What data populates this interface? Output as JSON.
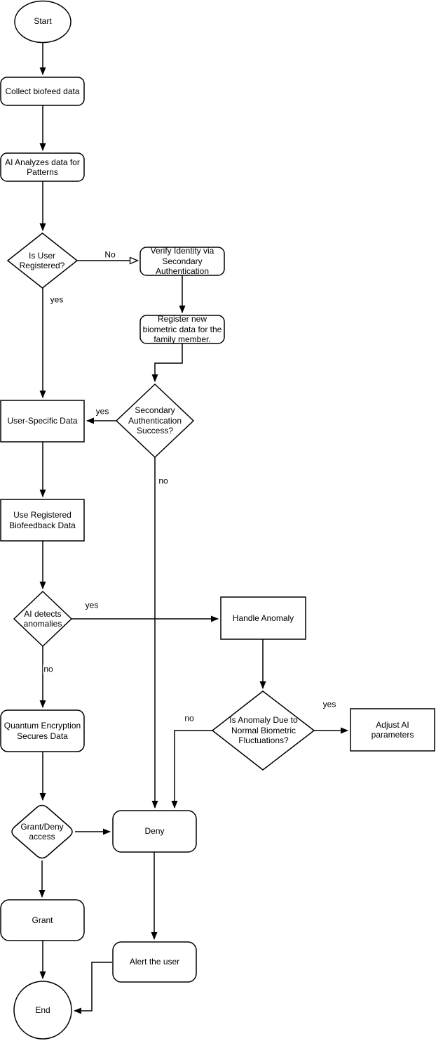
{
  "diagram": {
    "type": "flowchart",
    "colors": {
      "stroke": "#000000",
      "fill": "#ffffff",
      "text": "#000000",
      "background": "#ffffff"
    },
    "nodes": {
      "start": {
        "label": [
          "Start"
        ],
        "shape": "ellipse-terminator"
      },
      "collect_biofeed": {
        "label": [
          "Collect biofeed data"
        ],
        "shape": "rounded-process"
      },
      "ai_analyzes": {
        "label": [
          "AI Analyzes data for",
          "Patterns"
        ],
        "shape": "rounded-process"
      },
      "is_user_registered": {
        "label": [
          "Is User",
          "Registered?"
        ],
        "shape": "decision-diamond"
      },
      "verify_identity": {
        "label": [
          "Verify Identity via",
          "Secondary",
          "Authentication"
        ],
        "shape": "rounded-process"
      },
      "register_new_biometric": {
        "label": [
          "Register new",
          "biometric data for the",
          "family member."
        ],
        "shape": "rounded-process"
      },
      "user_specific_data": {
        "label": [
          "User-Specific Data"
        ],
        "shape": "process"
      },
      "secondary_auth_success": {
        "label": [
          "Secondary",
          "Authentication",
          "Success?"
        ],
        "shape": "decision-diamond"
      },
      "use_registered_biofeedback": {
        "label": [
          "Use Registered",
          "Biofeedback Data"
        ],
        "shape": "process"
      },
      "ai_detects_anomalies": {
        "label": [
          "AI detects",
          "anomalies"
        ],
        "shape": "decision-diamond"
      },
      "handle_anomaly": {
        "label": [
          "Handle Anomaly"
        ],
        "shape": "process"
      },
      "quantum_encryption": {
        "label": [
          "Quantum Encryption",
          "Secures Data"
        ],
        "shape": "rounded-process"
      },
      "is_anomaly_normal": {
        "label": [
          "Is Anomaly Due to",
          "Normal Biometric",
          "Fluctuations?"
        ],
        "shape": "decision-diamond"
      },
      "adjust_ai_parameters": {
        "label": [
          "Adjust AI",
          "parameters"
        ],
        "shape": "process"
      },
      "grant_deny_access": {
        "label": [
          "Grant/Deny",
          "access"
        ],
        "shape": "decision-diamond-rounded"
      },
      "deny": {
        "label": [
          "Deny"
        ],
        "shape": "rounded-process"
      },
      "grant": {
        "label": [
          "Grant"
        ],
        "shape": "rounded-process"
      },
      "alert_the_user": {
        "label": [
          "Alert the user"
        ],
        "shape": "rounded-process"
      },
      "end": {
        "label": [
          "End"
        ],
        "shape": "circle-terminator"
      }
    },
    "edge_labels": {
      "registered_no": "No",
      "registered_yes": "yes",
      "secondary_yes": "yes",
      "secondary_no": "no",
      "ai_detects_yes": "yes",
      "ai_detects_no": "no",
      "anomaly_no": "no",
      "anomaly_yes": "yes"
    }
  }
}
